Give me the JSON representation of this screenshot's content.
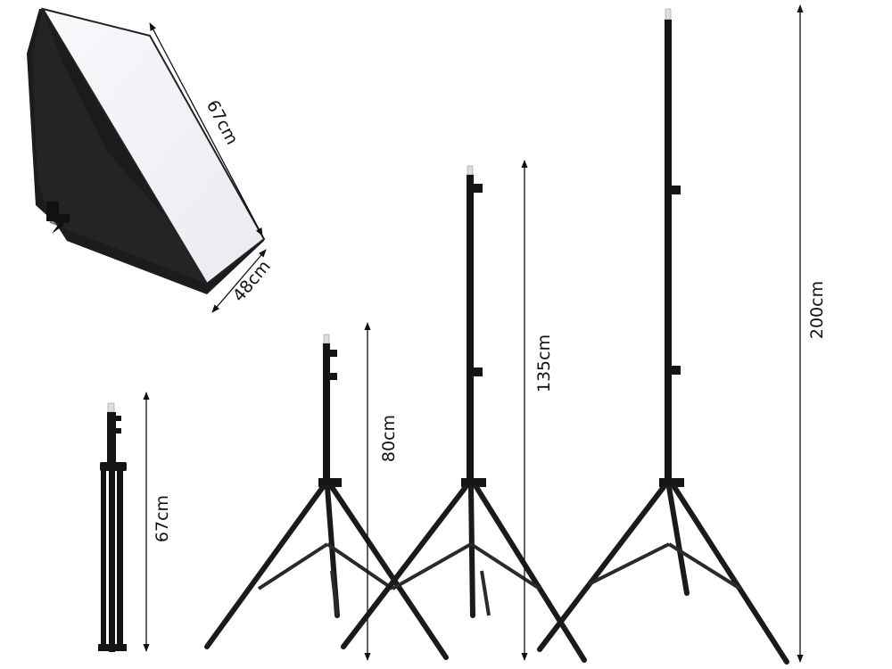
{
  "diagram": {
    "subject": "Photography softbox and light stand kit dimensions",
    "colors": {
      "background": "#ffffff",
      "stand_metal": "#1a1a1a",
      "softbox_fabric": "#1c1c1c",
      "diffuser": "#f4f5f8",
      "dimension_line": "#111111"
    },
    "softbox": {
      "length_label": "67cm",
      "width_label": "48cm"
    },
    "stands": [
      {
        "id": "folded",
        "height_label": "67cm"
      },
      {
        "id": "short",
        "height_label": "80cm"
      },
      {
        "id": "medium",
        "height_label": "135cm"
      },
      {
        "id": "tall",
        "height_label": "200cm"
      }
    ]
  }
}
